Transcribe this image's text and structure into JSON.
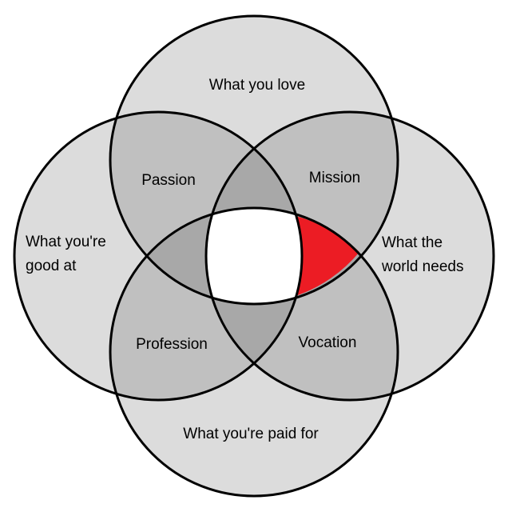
{
  "diagram": {
    "type": "venn-4-circles",
    "circles": {
      "top": {
        "label": "What you love"
      },
      "left": {
        "label_lines": [
          "What you're",
          "good at"
        ]
      },
      "right": {
        "label_lines": [
          "What the",
          "world needs"
        ]
      },
      "bottom": {
        "label": "What you're paid for"
      }
    },
    "intersections": {
      "top_left": "Passion",
      "top_right": "Mission",
      "bottom_left": "Profession",
      "bottom_right": "Vocation"
    },
    "colors": {
      "single_region": "#dcdcdc",
      "double_region": "#c0c0c0",
      "triple_region": "#a8a8a8",
      "center": "#ffffff",
      "highlight": "#ec1c24",
      "outline": "#000000"
    }
  }
}
